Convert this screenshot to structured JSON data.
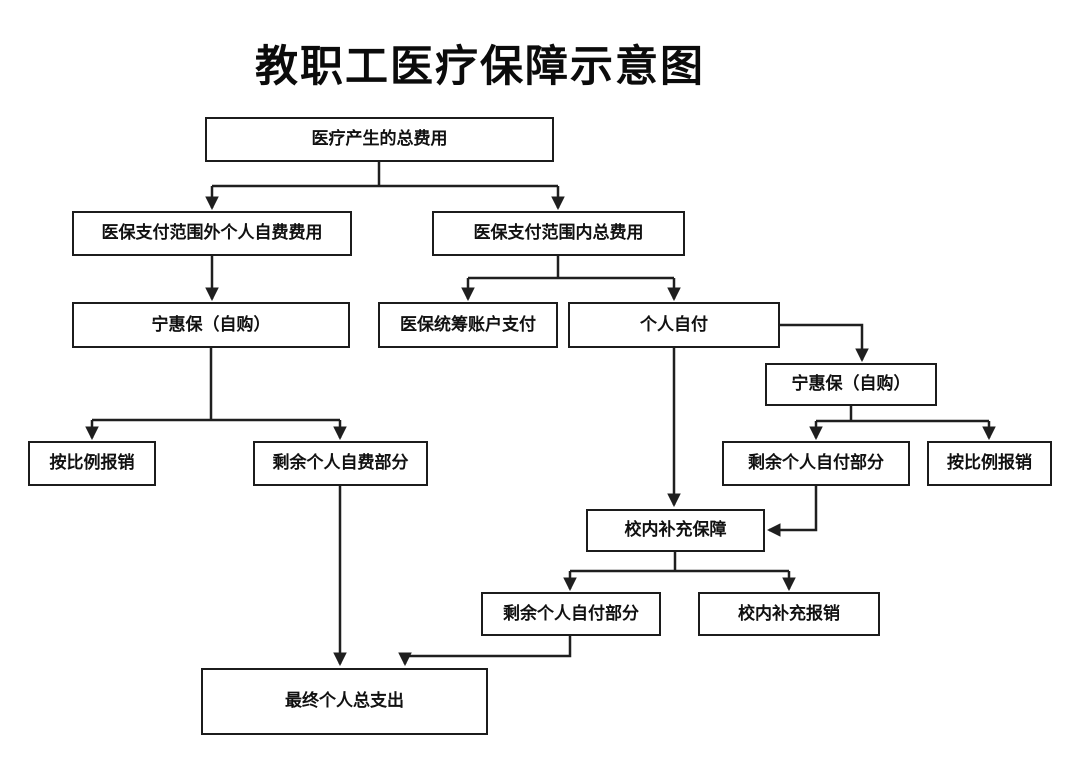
{
  "title": "教职工医疗保障示意图",
  "nodes": {
    "total_cost": "医疗产生的总费用",
    "outside_scope": "医保支付范围外个人自费费用",
    "inside_scope": "医保支付范围内总费用",
    "ninghuibao_left": "宁惠保（自购）",
    "pooled_account": "医保统筹账户支付",
    "self_pay": "个人自付",
    "ninghuibao_right": "宁惠保（自购）",
    "prop_reimburse_left": "按比例报销",
    "remaining_self_funded": "剩余个人自费部分",
    "remaining_self_pay_right": "剩余个人自付部分",
    "prop_reimburse_right": "按比例报销",
    "campus_supplement": "校内补充保障",
    "remaining_self_pay_bottom": "剩余个人自付部分",
    "campus_reimburse": "校内补充报销",
    "final_total": "最终个人总支出"
  },
  "edges": [
    {
      "from": "total_cost",
      "to": "outside_scope"
    },
    {
      "from": "total_cost",
      "to": "inside_scope"
    },
    {
      "from": "outside_scope",
      "to": "ninghuibao_left"
    },
    {
      "from": "ninghuibao_left",
      "to": "prop_reimburse_left"
    },
    {
      "from": "ninghuibao_left",
      "to": "remaining_self_funded"
    },
    {
      "from": "inside_scope",
      "to": "pooled_account"
    },
    {
      "from": "inside_scope",
      "to": "self_pay"
    },
    {
      "from": "self_pay",
      "to": "ninghuibao_right"
    },
    {
      "from": "ninghuibao_right",
      "to": "remaining_self_pay_right"
    },
    {
      "from": "ninghuibao_right",
      "to": "prop_reimburse_right"
    },
    {
      "from": "self_pay",
      "to": "campus_supplement"
    },
    {
      "from": "remaining_self_pay_right",
      "to": "campus_supplement"
    },
    {
      "from": "campus_supplement",
      "to": "remaining_self_pay_bottom"
    },
    {
      "from": "campus_supplement",
      "to": "campus_reimburse"
    },
    {
      "from": "remaining_self_funded",
      "to": "final_total"
    },
    {
      "from": "remaining_self_pay_bottom",
      "to": "final_total"
    }
  ],
  "colors": {
    "line": "#1f1f1f",
    "box_border": "#1c1c1c",
    "background": "#ffffff",
    "text": "#111111"
  }
}
